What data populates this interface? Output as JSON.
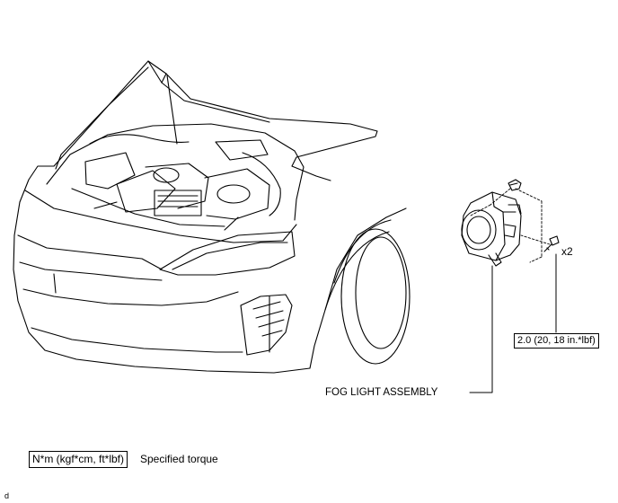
{
  "callouts": {
    "torque_value": "2.0 (20, 18 in.*lbf)",
    "part_name": "FOG LIGHT ASSEMBLY",
    "quantity": "x2"
  },
  "legend": {
    "torque_units": "N*m (kgf*cm, ft*lbf)",
    "torque_meaning": "Specified torque"
  },
  "corner_mark": "d",
  "icons": [
    "vehicle-front-illustration",
    "fog-light-icon",
    "clip-icon",
    "bolt-icon"
  ]
}
